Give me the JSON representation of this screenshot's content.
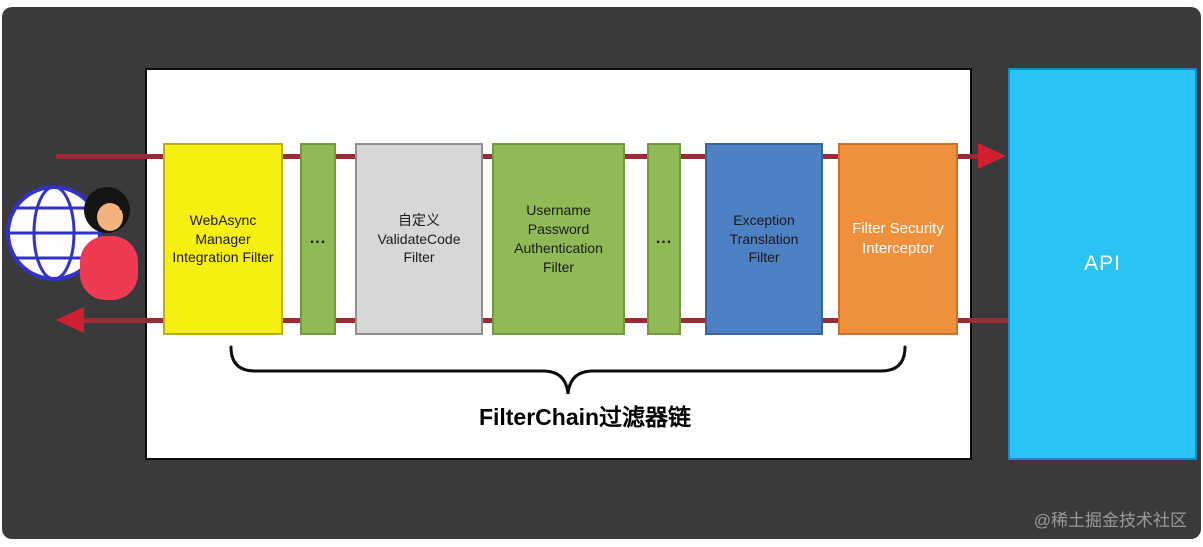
{
  "page": {
    "background": "#3a3a3c",
    "watermark": "@稀土掘金技术社区"
  },
  "client": {
    "icon": "globe-user-icon"
  },
  "arrows": {
    "line_color": "#9d2b36",
    "head_color": "#d01f2f",
    "request_direction": "right",
    "response_direction": "left"
  },
  "chain": {
    "label": "FilterChain过滤器链",
    "boxes": [
      {
        "label": "WebAsync Manager Integration Filter",
        "color": "#f7ee12",
        "border": "#b8b012",
        "text": "#1b1b1b"
      },
      {
        "label": "...",
        "color": "#90ba55",
        "border": "#74983f",
        "text": "#1b1b1b"
      },
      {
        "label": "自定义 ValidateCode Filter",
        "color": "#d7d7d7",
        "border": "#8f8f8f",
        "text": "#1b1b1b"
      },
      {
        "label": "Username Password Authentication Filter",
        "color": "#90ba55",
        "border": "#74983f",
        "text": "#1b1b1b"
      },
      {
        "label": "...",
        "color": "#90ba55",
        "border": "#74983f",
        "text": "#1b1b1b"
      },
      {
        "label": "Exception Translation Filter",
        "color": "#4e80c4",
        "border": "#3a64a0",
        "text": "#1b1b1b"
      },
      {
        "label": "Filter Security Interceptor",
        "color": "#ef903d",
        "border": "#cc7228",
        "text": "#ffffff"
      }
    ]
  },
  "api": {
    "label": "API",
    "color": "#29c3f4",
    "border": "#1d86c9",
    "text": "#ffffff"
  }
}
